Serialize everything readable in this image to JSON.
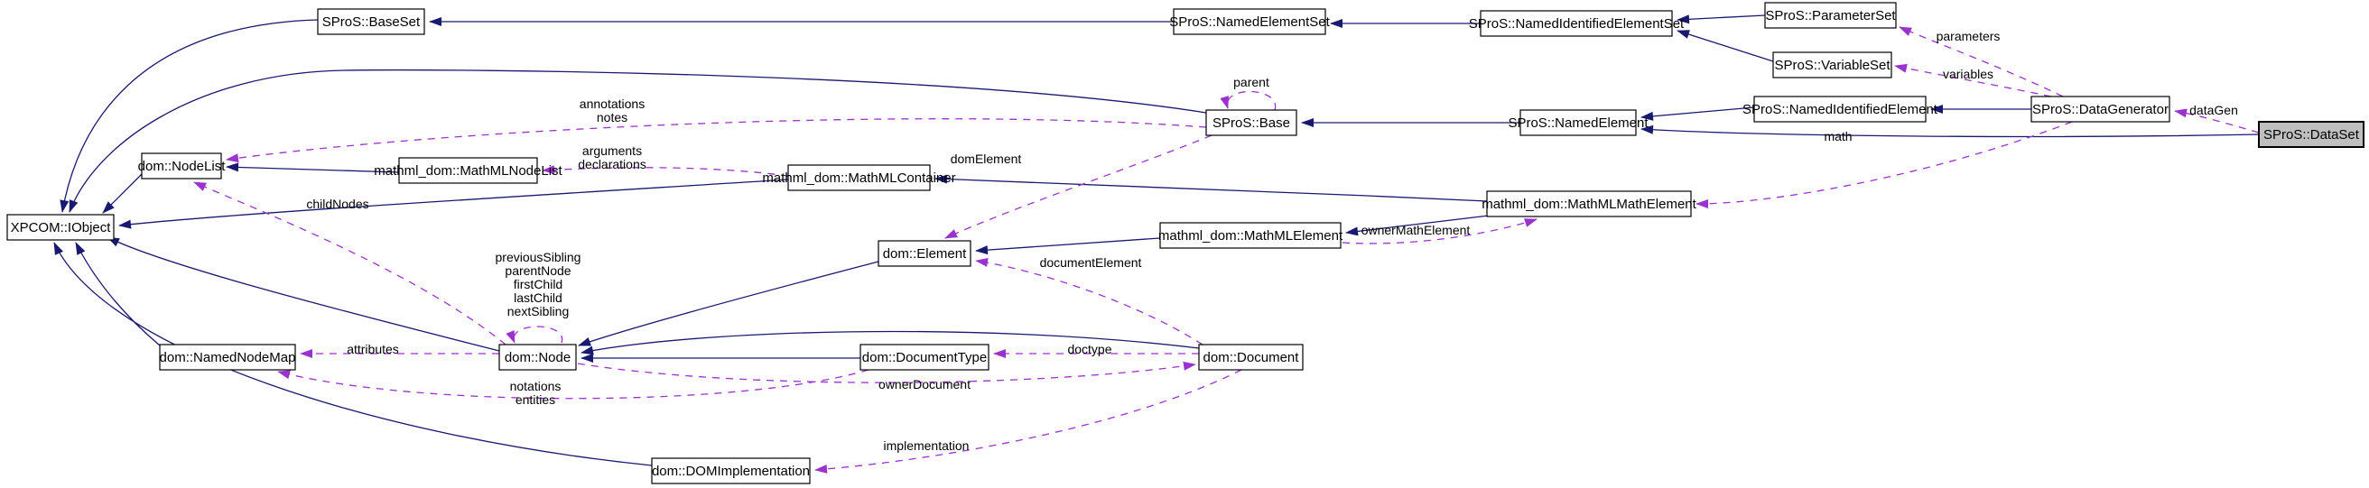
{
  "diagram": {
    "type": "collaboration-graph",
    "colors": {
      "inheritance_edge": "#191970",
      "usage_edge": "#9a32cd",
      "node_fill": "#ffffff",
      "node_border": "#000000",
      "current_node_fill": "#bfbfbf",
      "background": "#ffffff"
    },
    "nodes": [
      {
        "id": "iobject",
        "label": "XPCOM::IObject",
        "variant": "default"
      },
      {
        "id": "baseset",
        "label": "SProS::BaseSet",
        "variant": "default"
      },
      {
        "id": "namedelementset",
        "label": "SProS::NamedElementSet",
        "variant": "default"
      },
      {
        "id": "namedidelementset",
        "label": "SProS::NamedIdentifiedElementSet",
        "variant": "default"
      },
      {
        "id": "parameterset",
        "label": "SProS::ParameterSet",
        "variant": "default"
      },
      {
        "id": "variableset",
        "label": "SProS::VariableSet",
        "variant": "default"
      },
      {
        "id": "sprosbase",
        "label": "SProS::Base",
        "variant": "default"
      },
      {
        "id": "namedelement",
        "label": "SProS::NamedElement",
        "variant": "default"
      },
      {
        "id": "namedidelement",
        "label": "SProS::NamedIdentifiedElement",
        "variant": "default"
      },
      {
        "id": "datagenerator",
        "label": "SProS::DataGenerator",
        "variant": "default"
      },
      {
        "id": "dataset",
        "label": "SProS::DataSet",
        "variant": "current"
      },
      {
        "id": "nodelist",
        "label": "dom::NodeList",
        "variant": "default"
      },
      {
        "id": "mathmlnodelist",
        "label": "mathml_dom::MathMLNodeList",
        "variant": "default"
      },
      {
        "id": "mathmlcontainer",
        "label": "mathml_dom::MathMLContainer",
        "variant": "default"
      },
      {
        "id": "element",
        "label": "dom::Element",
        "variant": "default"
      },
      {
        "id": "mathmlelement",
        "label": "mathml_dom::MathMLElement",
        "variant": "default"
      },
      {
        "id": "mathmlmathelement",
        "label": "mathml_dom::MathMLMathElement",
        "variant": "default"
      },
      {
        "id": "namednodemap",
        "label": "dom::NamedNodeMap",
        "variant": "default"
      },
      {
        "id": "domnode",
        "label": "dom::Node",
        "variant": "default"
      },
      {
        "id": "documenttype",
        "label": "dom::DocumentType",
        "variant": "default"
      },
      {
        "id": "document",
        "label": "dom::Document",
        "variant": "default"
      },
      {
        "id": "domimplementation",
        "label": "dom::DOMImplementation",
        "variant": "default"
      }
    ],
    "edges": [
      {
        "id": "e1",
        "source": "namedelementset",
        "target": "baseset",
        "type": "inheritance",
        "label": null
      },
      {
        "id": "e2",
        "source": "namedidelementset",
        "target": "namedelementset",
        "type": "inheritance",
        "label": null
      },
      {
        "id": "e3",
        "source": "parameterset",
        "target": "namedidelementset",
        "type": "inheritance",
        "label": null
      },
      {
        "id": "e4",
        "source": "variableset",
        "target": "namedidelementset",
        "type": "inheritance",
        "label": null
      },
      {
        "id": "e5",
        "source": "namedidelement",
        "target": "namedelement",
        "type": "inheritance",
        "label": null
      },
      {
        "id": "e6",
        "source": "datagenerator",
        "target": "namedidelement",
        "type": "inheritance",
        "label": null
      },
      {
        "id": "e7",
        "source": "namedelement",
        "target": "sprosbase",
        "type": "inheritance",
        "label": null
      },
      {
        "id": "e8",
        "source": "dataset",
        "target": "namedelement",
        "type": "inheritance",
        "label": null
      },
      {
        "id": "e9",
        "source": "baseset",
        "target": "iobject",
        "type": "inheritance",
        "label": null
      },
      {
        "id": "e10",
        "source": "sprosbase",
        "target": "iobject",
        "type": "inheritance",
        "label": null
      },
      {
        "id": "e11",
        "source": "nodelist",
        "target": "iobject",
        "type": "inheritance",
        "label": null
      },
      {
        "id": "e12",
        "source": "mathmlnodelist",
        "target": "nodelist",
        "type": "inheritance",
        "label": null
      },
      {
        "id": "e13",
        "source": "mathmlcontainer",
        "target": "iobject",
        "type": "inheritance",
        "label": null
      },
      {
        "id": "e14",
        "source": "mathmlmathelement",
        "target": "mathmlcontainer",
        "type": "inheritance",
        "label": null
      },
      {
        "id": "e15",
        "source": "mathmlmathelement",
        "target": "mathmlelement",
        "type": "inheritance",
        "label": null
      },
      {
        "id": "e16",
        "source": "mathmlelement",
        "target": "element",
        "type": "inheritance",
        "label": null
      },
      {
        "id": "e17",
        "source": "element",
        "target": "domnode",
        "type": "inheritance",
        "label": null
      },
      {
        "id": "e18",
        "source": "documenttype",
        "target": "domnode",
        "type": "inheritance",
        "label": null
      },
      {
        "id": "e19",
        "source": "document",
        "target": "domnode",
        "type": "inheritance",
        "label": null
      },
      {
        "id": "e20",
        "source": "domnode",
        "target": "iobject",
        "type": "inheritance",
        "label": null
      },
      {
        "id": "e21",
        "source": "namednodemap",
        "target": "iobject",
        "type": "inheritance",
        "label": null
      },
      {
        "id": "e22",
        "source": "domimplementation",
        "target": "iobject",
        "type": "inheritance",
        "label": null
      },
      {
        "id": "u1",
        "source": "sprosbase",
        "target": "sprosbase",
        "type": "usage",
        "label": "parent"
      },
      {
        "id": "u2",
        "source": "sprosbase",
        "target": "nodelist",
        "type": "usage",
        "label": "annotations\nnotes"
      },
      {
        "id": "u3",
        "source": "sprosbase",
        "target": "element",
        "type": "usage",
        "label": "domElement"
      },
      {
        "id": "u4",
        "source": "mathmlcontainer",
        "target": "mathmlnodelist",
        "type": "usage",
        "label": "arguments\ndeclarations"
      },
      {
        "id": "u5",
        "source": "domnode",
        "target": "nodelist",
        "type": "usage",
        "label": "childNodes"
      },
      {
        "id": "u6",
        "source": "domnode",
        "target": "domnode",
        "type": "usage",
        "label": "previousSibling\nparentNode\nfirstChild\nlastChild\nnextSibling"
      },
      {
        "id": "u7",
        "source": "domnode",
        "target": "namednodemap",
        "type": "usage",
        "label": "attributes"
      },
      {
        "id": "u8",
        "source": "documenttype",
        "target": "namednodemap",
        "type": "usage",
        "label": "notations\nentities"
      },
      {
        "id": "u9",
        "source": "document",
        "target": "documenttype",
        "type": "usage",
        "label": "doctype"
      },
      {
        "id": "u10",
        "source": "domnode",
        "target": "document",
        "type": "usage",
        "label": "ownerDocument"
      },
      {
        "id": "u11",
        "source": "document",
        "target": "domimplementation",
        "type": "usage",
        "label": "implementation"
      },
      {
        "id": "u12",
        "source": "document",
        "target": "element",
        "type": "usage",
        "label": "documentElement"
      },
      {
        "id": "u13",
        "source": "mathmlelement",
        "target": "mathmlmathelement",
        "type": "usage",
        "label": "ownerMathElement"
      },
      {
        "id": "u14",
        "source": "datagenerator",
        "target": "mathmlmathelement",
        "type": "usage",
        "label": "math"
      },
      {
        "id": "u15",
        "source": "datagenerator",
        "target": "parameterset",
        "type": "usage",
        "label": "parameters"
      },
      {
        "id": "u16",
        "source": "datagenerator",
        "target": "variableset",
        "type": "usage",
        "label": "variables"
      },
      {
        "id": "u17",
        "source": "dataset",
        "target": "datagenerator",
        "type": "usage",
        "label": "dataGen"
      }
    ]
  }
}
